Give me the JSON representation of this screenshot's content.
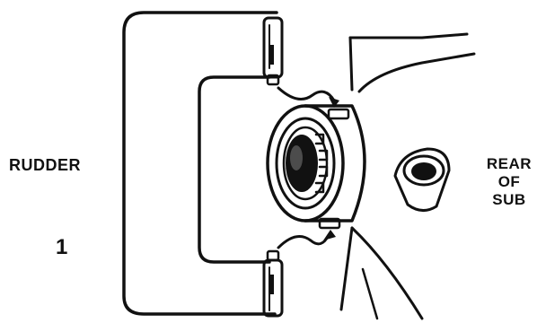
{
  "labels": {
    "rudder": "RUDDER",
    "step_number": "1",
    "rear_line1": "REAR",
    "rear_line2": "OF",
    "rear_line3": "SUB"
  },
  "colors": {
    "ink": "#111111",
    "background": "#ffffff"
  }
}
